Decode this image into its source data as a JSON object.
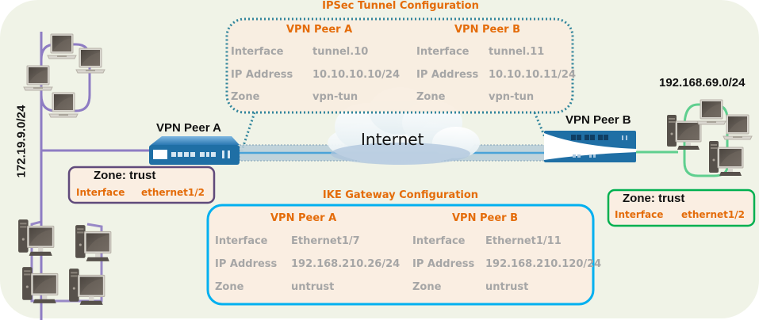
{
  "ipsec_tunnel": {
    "title": "IPSec Tunnel Configuration",
    "peer_a": {
      "heading": "VPN Peer A",
      "rows": [
        {
          "label": "Interface",
          "value": "tunnel.10"
        },
        {
          "label": "IP Address",
          "value": "10.10.10.10/24"
        },
        {
          "label": "Zone",
          "value": "vpn-tun"
        }
      ]
    },
    "peer_b": {
      "heading": "VPN Peer B",
      "rows": [
        {
          "label": "Interface",
          "value": "tunnel.11"
        },
        {
          "label": "IP Address",
          "value": "10.10.10.11/24"
        },
        {
          "label": "Zone",
          "value": "vpn-tun"
        }
      ]
    }
  },
  "ike_gateway": {
    "title": "IKE Gateway Configuration",
    "peer_a": {
      "heading": "VPN Peer A",
      "rows": [
        {
          "label": "Interface",
          "value": "Ethernet1/7"
        },
        {
          "label": "IP Address",
          "value": "192.168.210.26/24"
        },
        {
          "label": "Zone",
          "value": "untrust"
        }
      ]
    },
    "peer_b": {
      "heading": "VPN Peer B",
      "rows": [
        {
          "label": "Interface",
          "value": "Ethernet1/11"
        },
        {
          "label": "IP Address",
          "value": "192.168.210.120/24"
        },
        {
          "label": "Zone",
          "value": "untrust"
        }
      ]
    }
  },
  "site_a": {
    "device_label": "VPN Peer A",
    "subnet": "172.19.9.0/24",
    "zone": {
      "title": "Zone: trust",
      "label": "Interface",
      "value": "ethernet1/2"
    }
  },
  "site_b": {
    "device_label": "VPN Peer B",
    "subnet": "192.168.69.0/24",
    "zone": {
      "title": "Zone: trust",
      "label": "Interface",
      "value": "ethernet1/2"
    }
  },
  "internet": {
    "label": "Internet"
  },
  "colors": {
    "accent_orange": "#e46c0a",
    "ipsec_border": "#31859c",
    "ike_border": "#00b0f0",
    "site_a_border": "#604a7b",
    "site_b_border": "#00b050",
    "lan_a_line": "#8e7cc3",
    "lan_b_line": "#5fcf8f",
    "firewall_blue": "#1f6fa5"
  }
}
